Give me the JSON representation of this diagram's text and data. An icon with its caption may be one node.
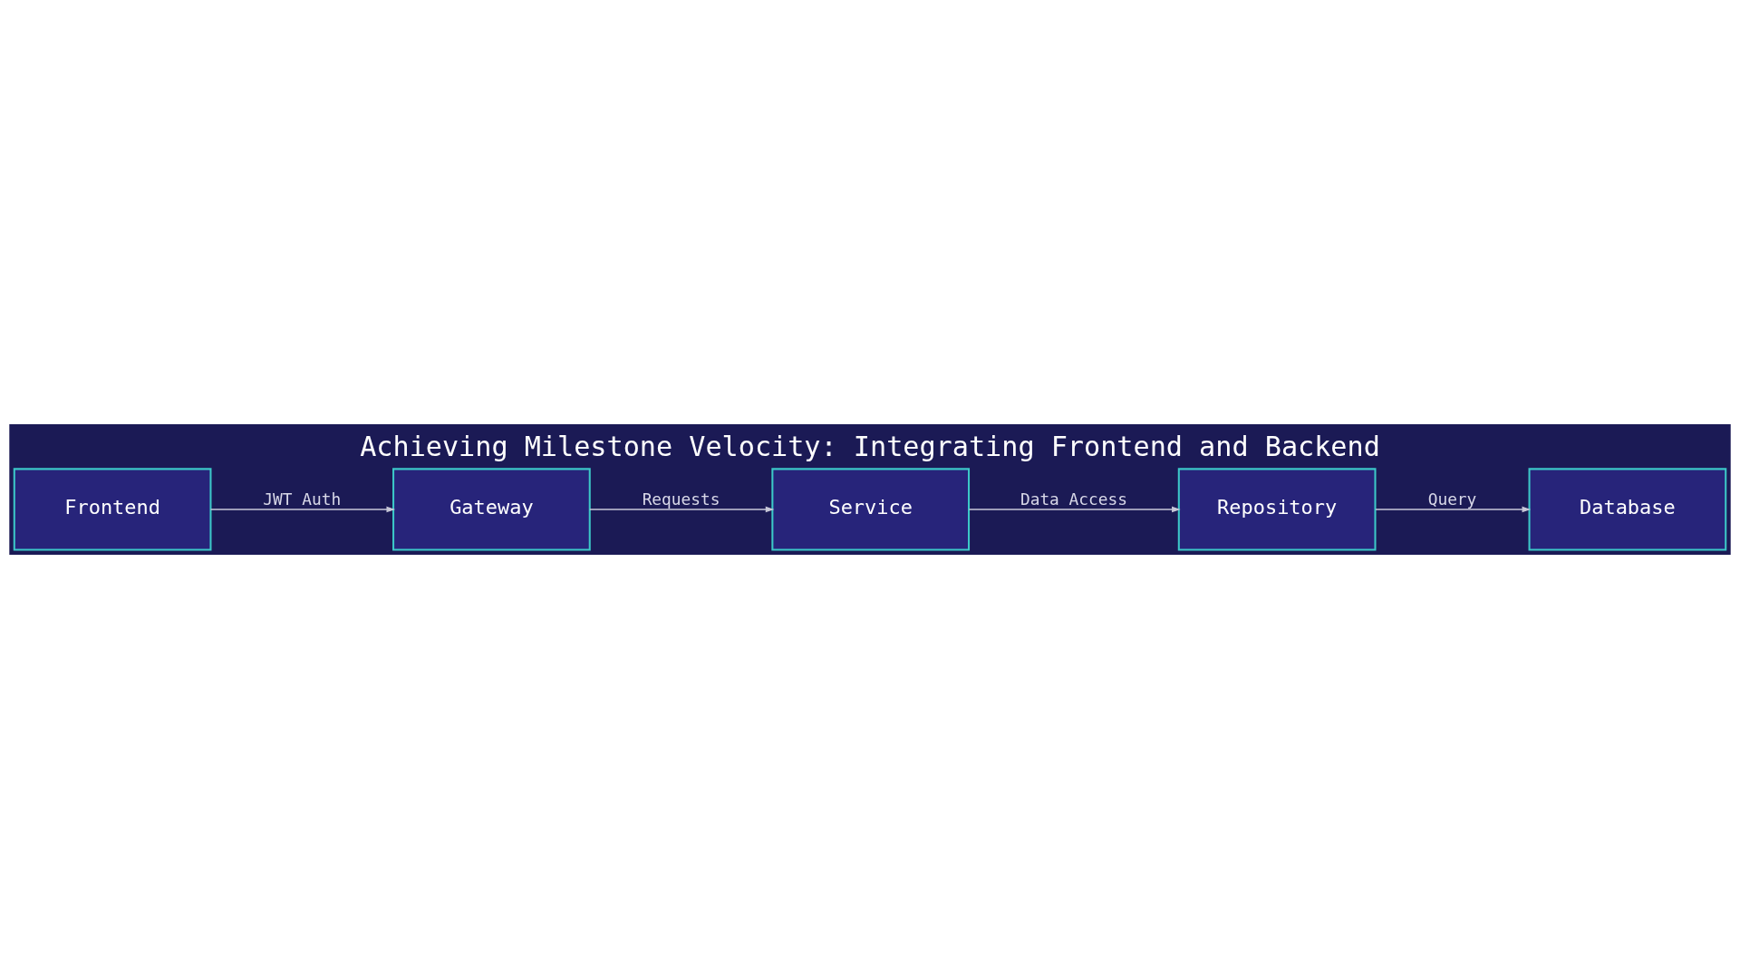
{
  "diagram": {
    "title": "Achieving Milestone Velocity: Integrating Frontend and Backend",
    "nodes": [
      {
        "text": [
          "Frontend"
        ]
      },
      {
        "text": [
          "Gateway"
        ]
      },
      {
        "text": [
          "Service"
        ]
      },
      {
        "text": [
          "Repository"
        ]
      },
      {
        "text": [
          "Database"
        ]
      }
    ],
    "edges": [
      {
        "from": 0,
        "to": 1,
        "arrow": "to",
        "label": "JWT Auth"
      },
      {
        "from": 1,
        "to": 2,
        "arrow": "to",
        "label": "Requests"
      },
      {
        "from": 2,
        "to": 3,
        "arrow": "to",
        "label": "Data Access"
      },
      {
        "from": 3,
        "to": 4,
        "arrow": "to",
        "label": "Query"
      }
    ]
  }
}
